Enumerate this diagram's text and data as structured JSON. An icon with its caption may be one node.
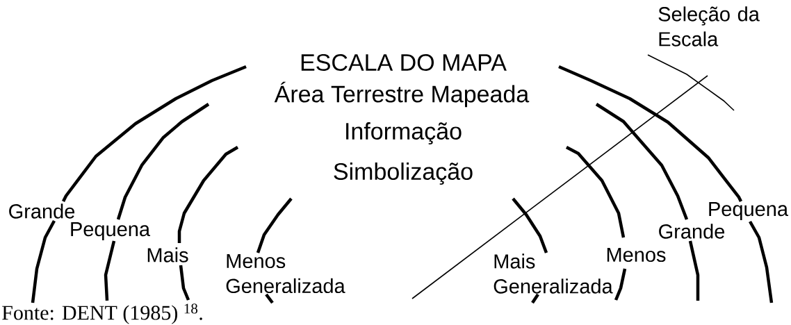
{
  "diagram": {
    "caption": "Fonte: DENT (1985) $^{18}$.",
    "labels": [
      "Seleção da Escala",
      "ESCALA DO MAPA",
      "Área Terrestre Mapeada",
      "Informação",
      "Simbolização",
      "Grande",
      "Pequena",
      "Mais",
      "Menos Generalizada",
      "Pequena",
      "Grande",
      "Menos",
      "Mais Generalizada"
    ]
  }
}
